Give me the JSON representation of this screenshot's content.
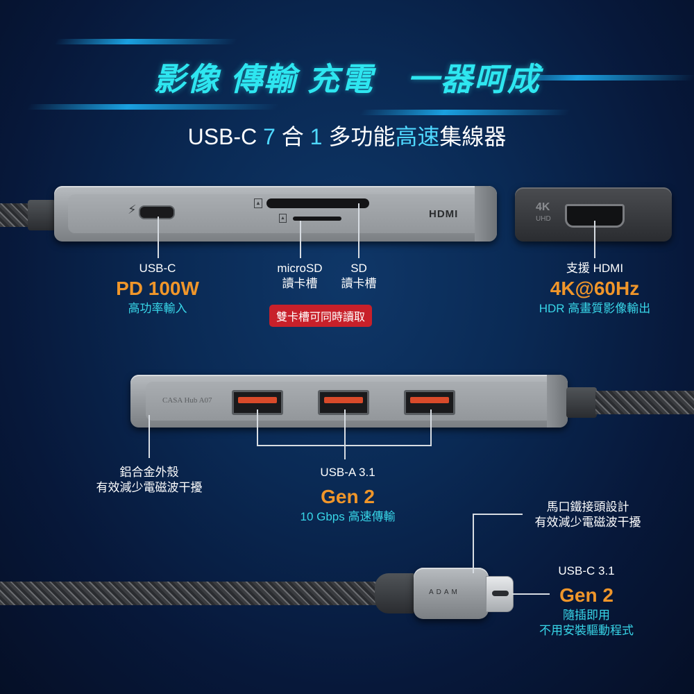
{
  "header": {
    "title": "影像 傳輸 充電　一器呵成",
    "subtitle_part1": "USB-C ",
    "subtitle_num1": "7",
    "subtitle_part2": " 合 ",
    "subtitle_num2": "1",
    "subtitle_part3": " 多功能",
    "subtitle_hl": "高速",
    "subtitle_part4": "集線器"
  },
  "hub_top": {
    "hdmi_print": "HDMI",
    "adapter_4k": "4K",
    "adapter_uhd": "UHD"
  },
  "labels_top": {
    "usbc": {
      "name": "USB-C",
      "spec": "PD 100W",
      "desc": "高功率輸入"
    },
    "microsd": {
      "name": "microSD",
      "desc": "讀卡槽"
    },
    "sd": {
      "name": "SD",
      "desc": "讀卡槽"
    },
    "card_badge": "雙卡槽可同時讀取",
    "hdmi": {
      "name": "支援 HDMI",
      "spec": "4K@60Hz",
      "desc": "HDR 高畫質影像輸出"
    }
  },
  "hub_bottom": {
    "model": "CASA Hub A07"
  },
  "labels_bottom": {
    "shell": {
      "line1": "鋁合金外殼",
      "line2": "有效減少電磁波干擾"
    },
    "usba": {
      "name": "USB-A 3.1",
      "spec": "Gen 2",
      "desc": "10 Gbps 高速傳輸"
    },
    "horseshoe": {
      "line1": "馬口鐵接頭設計",
      "line2": "有效減少電磁波干擾"
    },
    "usbc31": {
      "name": "USB-C 3.1",
      "spec": "Gen 2",
      "line1": "隨插即用",
      "line2": "不用安裝驅動程式"
    }
  },
  "connector": {
    "brand": "ADAM"
  },
  "colors": {
    "accent_cyan": "#2ee6f0",
    "accent_orange": "#f0962a",
    "badge_red": "#c8202a",
    "bg_navy": "#0a2a55"
  }
}
